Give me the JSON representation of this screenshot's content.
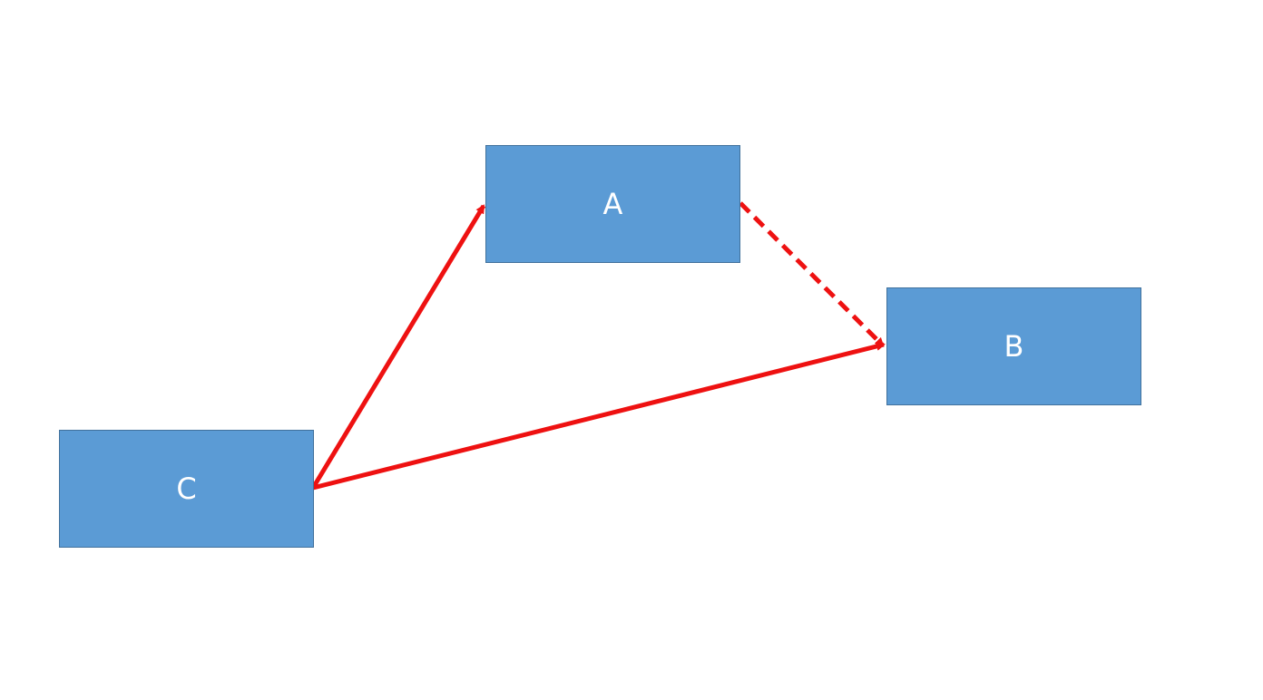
{
  "colors": {
    "box_fill": "#5b9bd5",
    "box_border": "#41719c",
    "arrow": "#ee1111",
    "text": "#ffffff"
  },
  "nodes": {
    "a": {
      "label": "A"
    },
    "b": {
      "label": "B"
    },
    "c": {
      "label": "C"
    }
  },
  "edges": [
    {
      "from": "C",
      "to": "A",
      "style": "solid"
    },
    {
      "from": "C",
      "to": "B",
      "style": "solid"
    },
    {
      "from": "A",
      "to": "B",
      "style": "dashed"
    }
  ]
}
